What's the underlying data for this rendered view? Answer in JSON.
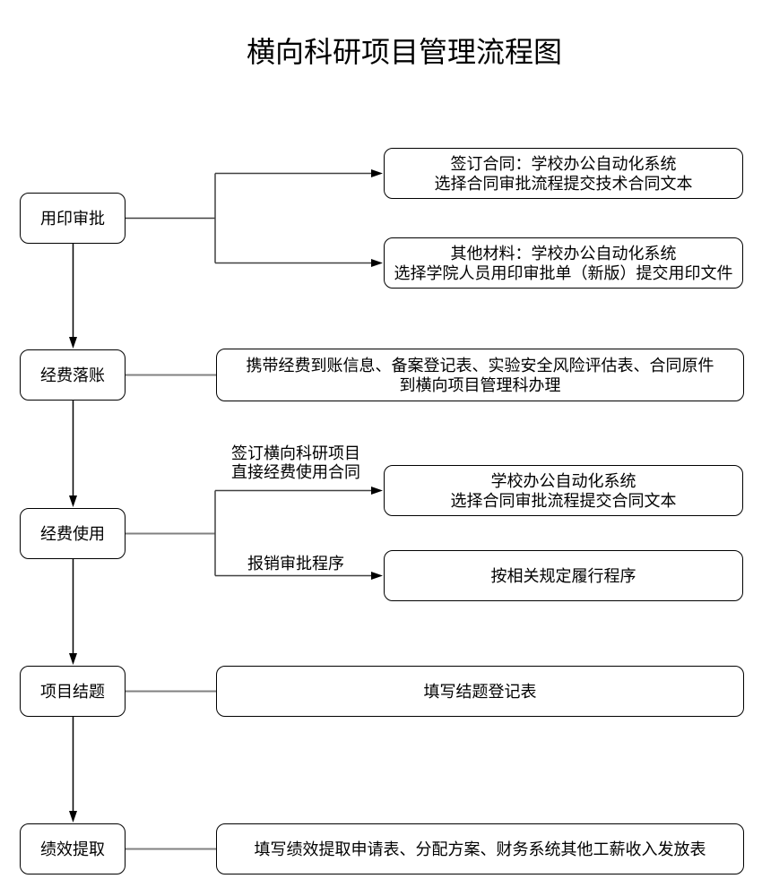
{
  "title": "横向科研项目管理流程图",
  "stages": [
    {
      "label": "用印审批"
    },
    {
      "label": "经费落账"
    },
    {
      "label": "经费使用"
    },
    {
      "label": "项目结题"
    },
    {
      "label": "绩效提取"
    }
  ],
  "seal_branch": {
    "contract_box": {
      "line1": "签订合同：学校办公自动化系统",
      "line2": "选择合同审批流程提交技术合同文本"
    },
    "materials_box": {
      "line1": "其他材料：学校办公自动化系统",
      "line2": "选择学院人员用印审批单（新版）提交用印文件"
    }
  },
  "funding_arrival_box": {
    "line1": "携带经费到账信息、备案登记表、实验安全风险评估表、合同原件",
    "line2": "到横向项目管理科办理"
  },
  "funding_usage_branch": {
    "contract_edge_label": {
      "line1": "签订横向科研项目",
      "line2": "直接经费使用合同"
    },
    "reimburse_edge_label": "报销审批程序",
    "oa_box": {
      "line1": "学校办公自动化系统",
      "line2": "选择合同审批流程提交合同文本"
    },
    "procedure_box": {
      "line1": "按相关规定履行程序"
    }
  },
  "closure_box": {
    "line1": "填写结题登记表"
  },
  "performance_box": {
    "line1": "填写绩效提取申请表、分配方案、财务系统其他工薪收入发放表"
  },
  "colors": {
    "border": "#000000",
    "edge_dark": "#404040",
    "edge_gray": "#808080",
    "background": "#ffffff"
  }
}
